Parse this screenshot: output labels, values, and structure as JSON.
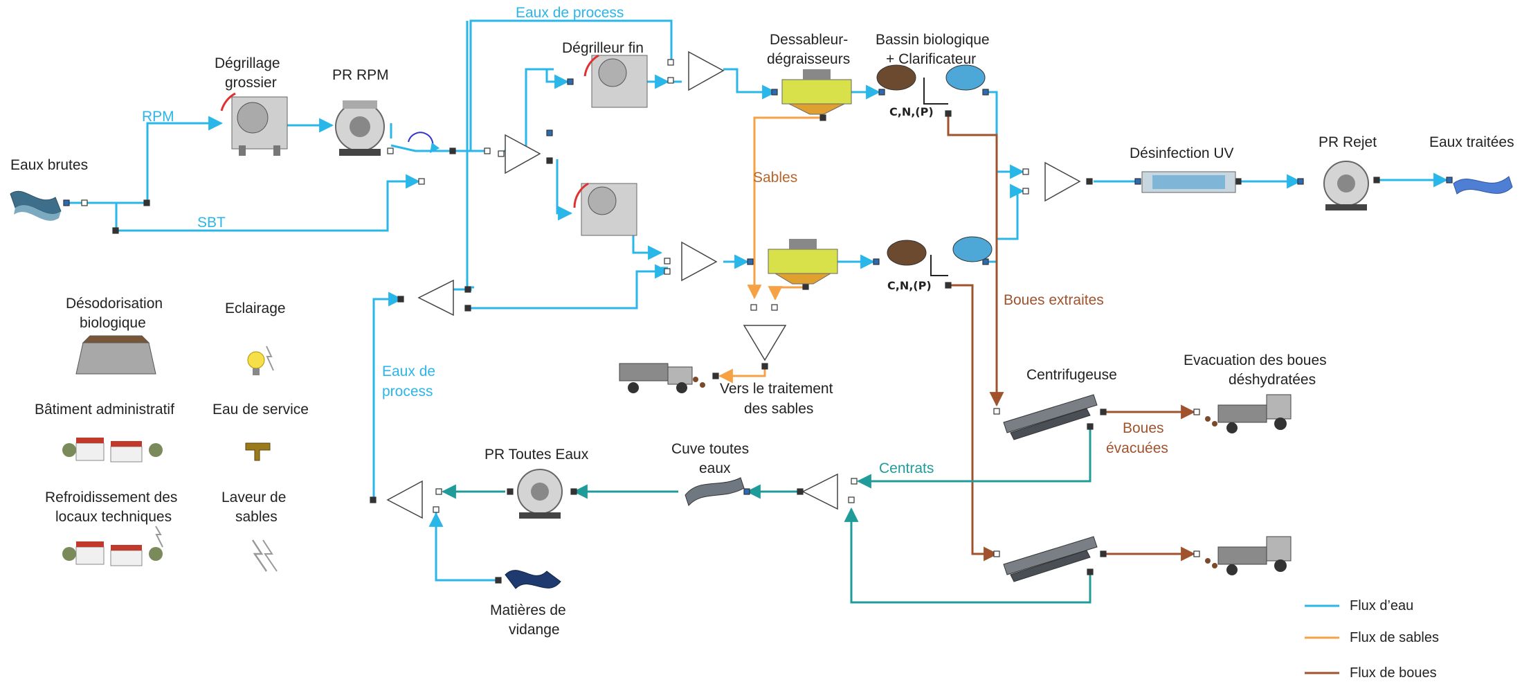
{
  "labels": {
    "eaux_brutes": "Eaux brutes",
    "rpm": "RPM",
    "sbt": "SBT",
    "degrillage_grossier_1": "Dégrillage",
    "degrillage_grossier_2": "grossier",
    "pr_rpm": "PR RPM",
    "eaux_de_process_top": "Eaux de process",
    "degrilleur_fin": "Dégrilleur fin",
    "dessableur_1": "Dessableur-",
    "dessableur_2": "dégraisseurs",
    "bassin_1": "Bassin biologique",
    "bassin_2": "+ Clarificateur",
    "cnp_top": "C,N,(P)",
    "cnp_bottom": "C,N,(P)",
    "sables": "Sables",
    "desinfection_uv": "Désinfection UV",
    "pr_rejet": "PR Rejet",
    "eaux_traitees": "Eaux traitées",
    "boues_extraites": "Boues extraites",
    "eaux_de_process_left_1": "Eaux de",
    "eaux_de_process_left_2": "process",
    "vers_traitement_1": "Vers le traitement",
    "vers_traitement_2": "des sables",
    "centrifugeuse": "Centrifugeuse",
    "evacuation_1": "Evacuation des boues",
    "evacuation_2": "déshydratées",
    "boues_evacuees_1": "Boues",
    "boues_evacuees_2": "évacuées",
    "centrats": "Centrats",
    "cuve_1": "Cuve toutes",
    "cuve_2": "eaux",
    "pr_toutes_eaux": "PR Toutes Eaux",
    "matieres_1": "Matières de",
    "matieres_2": "vidange"
  },
  "utilities": {
    "desodorisation_1": "Désodorisation",
    "desodorisation_2": "biologique",
    "eclairage": "Eclairage",
    "batiment": "Bâtiment administratif",
    "eau_service": "Eau de service",
    "refroidissement_1": "Refroidissement des",
    "refroidissement_2": "locaux techniques",
    "laveur_1": "Laveur de",
    "laveur_2": "sables"
  },
  "legend": {
    "water": "Flux d’eau",
    "sand": "Flux de sables",
    "sludge": "Flux de boues"
  },
  "colors": {
    "water": "#29b6e8",
    "sand": "#f7a145",
    "sludge": "#a0522d",
    "teal": "#1f9c9a"
  }
}
